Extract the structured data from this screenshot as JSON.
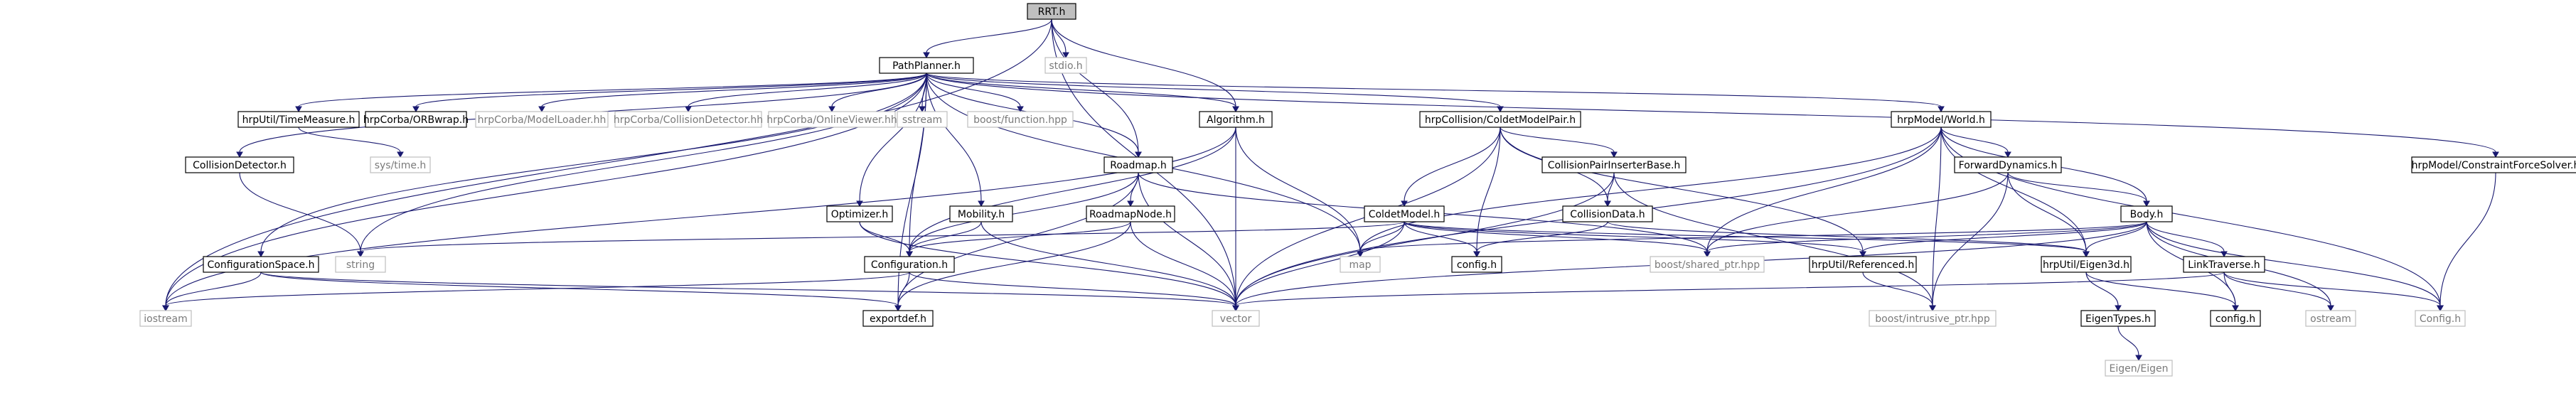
{
  "colors": {
    "edge": "#191970",
    "node_border": "#000000",
    "external_node_border": "#bfbfbf",
    "root_fill": "#bfbfbf",
    "external_text": "#7a7a7a"
  },
  "nodes": [
    {
      "id": "rrt",
      "label": "RRT.h",
      "kind": "root"
    },
    {
      "id": "pathplanner",
      "label": "PathPlanner.h",
      "kind": "internal"
    },
    {
      "id": "stdio",
      "label": "stdio.h",
      "kind": "external"
    },
    {
      "id": "timemeasure",
      "label": "hrpUtil/TimeMeasure.h",
      "kind": "internal"
    },
    {
      "id": "orbwrap",
      "label": "hrpCorba/ORBwrap.h",
      "kind": "internal"
    },
    {
      "id": "modelloader",
      "label": "hrpCorba/ModelLoader.hh",
      "kind": "external"
    },
    {
      "id": "collisiondetectorhh",
      "label": "hrpCorba/CollisionDetector.hh",
      "kind": "external"
    },
    {
      "id": "onlineviewer",
      "label": "hrpCorba/OnlineViewer.hh",
      "kind": "external"
    },
    {
      "id": "sstream",
      "label": "sstream",
      "kind": "external"
    },
    {
      "id": "boostfunction",
      "label": "boost/function.hpp",
      "kind": "external"
    },
    {
      "id": "algorithm",
      "label": "Algorithm.h",
      "kind": "internal"
    },
    {
      "id": "coldetpair",
      "label": "hrpCollision/ColdetModelPair.h",
      "kind": "internal"
    },
    {
      "id": "world",
      "label": "hrpModel/World.h",
      "kind": "internal"
    },
    {
      "id": "constraintforce",
      "label": "hrpModel/ConstraintForceSolver.h",
      "kind": "internal"
    },
    {
      "id": "systime",
      "label": "sys/time.h",
      "kind": "external"
    },
    {
      "id": "collisiondetector",
      "label": "CollisionDetector.h",
      "kind": "internal"
    },
    {
      "id": "roadmap",
      "label": "Roadmap.h",
      "kind": "internal"
    },
    {
      "id": "pairinserter",
      "label": "CollisionPairInserterBase.h",
      "kind": "internal"
    },
    {
      "id": "forwarddynamics",
      "label": "ForwardDynamics.h",
      "kind": "internal"
    },
    {
      "id": "optimizer",
      "label": "Optimizer.h",
      "kind": "internal"
    },
    {
      "id": "mobility",
      "label": "Mobility.h",
      "kind": "internal"
    },
    {
      "id": "roadmapnode",
      "label": "RoadmapNode.h",
      "kind": "internal"
    },
    {
      "id": "coldetmodel",
      "label": "ColdetModel.h",
      "kind": "internal"
    },
    {
      "id": "collisiondata",
      "label": "CollisionData.h",
      "kind": "internal"
    },
    {
      "id": "body",
      "label": "Body.h",
      "kind": "internal"
    },
    {
      "id": "configspace",
      "label": "ConfigurationSpace.h",
      "kind": "internal"
    },
    {
      "id": "string",
      "label": "string",
      "kind": "external"
    },
    {
      "id": "configuration",
      "label": "Configuration.h",
      "kind": "internal"
    },
    {
      "id": "map",
      "label": "map",
      "kind": "external"
    },
    {
      "id": "configh_a",
      "label": "config.h",
      "kind": "internal"
    },
    {
      "id": "sharedptr",
      "label": "boost/shared_ptr.hpp",
      "kind": "external"
    },
    {
      "id": "referenced",
      "label": "hrpUtil/Referenced.h",
      "kind": "internal"
    },
    {
      "id": "eigen3d",
      "label": "hrpUtil/Eigen3d.h",
      "kind": "internal"
    },
    {
      "id": "linktraverse",
      "label": "LinkTraverse.h",
      "kind": "internal"
    },
    {
      "id": "iostream",
      "label": "iostream",
      "kind": "external"
    },
    {
      "id": "exportdef",
      "label": "exportdef.h",
      "kind": "internal"
    },
    {
      "id": "vector",
      "label": "vector",
      "kind": "external"
    },
    {
      "id": "intrusiveptr",
      "label": "boost/intrusive_ptr.hpp",
      "kind": "external"
    },
    {
      "id": "eigentypes",
      "label": "EigenTypes.h",
      "kind": "internal"
    },
    {
      "id": "configh_b",
      "label": "config.h",
      "kind": "internal"
    },
    {
      "id": "ostream",
      "label": "ostream",
      "kind": "external"
    },
    {
      "id": "configcap",
      "label": "Config.h",
      "kind": "external"
    },
    {
      "id": "eigeneigen",
      "label": "Eigen/Eigen",
      "kind": "external"
    }
  ],
  "edges": [
    [
      "rrt",
      "pathplanner"
    ],
    [
      "rrt",
      "stdio"
    ],
    [
      "rrt",
      "algorithm"
    ],
    [
      "rrt",
      "roadmap"
    ],
    [
      "rrt",
      "iostream"
    ],
    [
      "rrt",
      "vector"
    ],
    [
      "pathplanner",
      "timemeasure"
    ],
    [
      "pathplanner",
      "orbwrap"
    ],
    [
      "pathplanner",
      "modelloader"
    ],
    [
      "pathplanner",
      "collisiondetectorhh"
    ],
    [
      "pathplanner",
      "onlineviewer"
    ],
    [
      "pathplanner",
      "sstream"
    ],
    [
      "pathplanner",
      "boostfunction"
    ],
    [
      "pathplanner",
      "algorithm"
    ],
    [
      "pathplanner",
      "coldetpair"
    ],
    [
      "pathplanner",
      "world"
    ],
    [
      "pathplanner",
      "constraintforce"
    ],
    [
      "pathplanner",
      "collisiondetector"
    ],
    [
      "pathplanner",
      "roadmap"
    ],
    [
      "pathplanner",
      "optimizer"
    ],
    [
      "pathplanner",
      "mobility"
    ],
    [
      "pathplanner",
      "configspace"
    ],
    [
      "pathplanner",
      "string"
    ],
    [
      "pathplanner",
      "configuration"
    ],
    [
      "pathplanner",
      "map"
    ],
    [
      "pathplanner",
      "iostream"
    ],
    [
      "pathplanner",
      "exportdef"
    ],
    [
      "timemeasure",
      "systime"
    ],
    [
      "collisiondetector",
      "string"
    ],
    [
      "algorithm",
      "configuration"
    ],
    [
      "algorithm",
      "map"
    ],
    [
      "algorithm",
      "vector"
    ],
    [
      "algorithm",
      "iostream"
    ],
    [
      "coldetpair",
      "coldetmodel"
    ],
    [
      "coldetpair",
      "pairinserter"
    ],
    [
      "coldetpair",
      "collisiondata"
    ],
    [
      "coldetpair",
      "configh_a"
    ],
    [
      "coldetpair",
      "vector"
    ],
    [
      "coldetpair",
      "referenced"
    ],
    [
      "world",
      "forwarddynamics"
    ],
    [
      "world",
      "body"
    ],
    [
      "world",
      "map"
    ],
    [
      "world",
      "vector"
    ],
    [
      "world",
      "sharedptr"
    ],
    [
      "world",
      "intrusiveptr"
    ],
    [
      "world",
      "eigen3d"
    ],
    [
      "world",
      "configcap"
    ],
    [
      "constraintforce",
      "configcap"
    ],
    [
      "roadmap",
      "roadmapnode"
    ],
    [
      "roadmap",
      "configuration"
    ],
    [
      "roadmap",
      "vector"
    ],
    [
      "roadmap",
      "sharedptr"
    ],
    [
      "roadmap",
      "exportdef"
    ],
    [
      "pairinserter",
      "collisiondata"
    ],
    [
      "pairinserter",
      "vector"
    ],
    [
      "pairinserter",
      "intrusiveptr"
    ],
    [
      "forwarddynamics",
      "body"
    ],
    [
      "forwarddynamics",
      "eigen3d"
    ],
    [
      "forwarddynamics",
      "sharedptr"
    ],
    [
      "forwarddynamics",
      "intrusiveptr"
    ],
    [
      "optimizer",
      "configuration"
    ],
    [
      "optimizer",
      "vector"
    ],
    [
      "mobility",
      "configuration"
    ],
    [
      "mobility",
      "vector"
    ],
    [
      "roadmapnode",
      "configuration"
    ],
    [
      "roadmapnode",
      "vector"
    ],
    [
      "roadmapnode",
      "exportdef"
    ],
    [
      "coldetmodel",
      "configh_a"
    ],
    [
      "coldetmodel",
      "map"
    ],
    [
      "coldetmodel",
      "vector"
    ],
    [
      "coldetmodel",
      "string"
    ],
    [
      "coldetmodel",
      "referenced"
    ],
    [
      "coldetmodel",
      "eigen3d"
    ],
    [
      "coldetmodel",
      "sharedptr"
    ],
    [
      "collisiondata",
      "configh_a"
    ],
    [
      "collisiondata",
      "eigen3d"
    ],
    [
      "body",
      "map"
    ],
    [
      "body",
      "vector"
    ],
    [
      "body",
      "sharedptr"
    ],
    [
      "body",
      "referenced"
    ],
    [
      "body",
      "eigen3d"
    ],
    [
      "body",
      "linktraverse"
    ],
    [
      "body",
      "configh_b"
    ],
    [
      "body",
      "ostream"
    ],
    [
      "body",
      "configcap"
    ],
    [
      "configspace",
      "iostream"
    ],
    [
      "configspace",
      "vector"
    ],
    [
      "configspace",
      "exportdef"
    ],
    [
      "configuration",
      "iostream"
    ],
    [
      "configuration",
      "exportdef"
    ],
    [
      "configuration",
      "vector"
    ],
    [
      "referenced",
      "intrusiveptr"
    ],
    [
      "eigen3d",
      "eigentypes"
    ],
    [
      "eigen3d",
      "configh_b"
    ],
    [
      "linktraverse",
      "configh_b"
    ],
    [
      "linktraverse",
      "ostream"
    ],
    [
      "linktraverse",
      "vector"
    ],
    [
      "linktraverse",
      "configcap"
    ],
    [
      "eigentypes",
      "eigeneigen"
    ]
  ]
}
